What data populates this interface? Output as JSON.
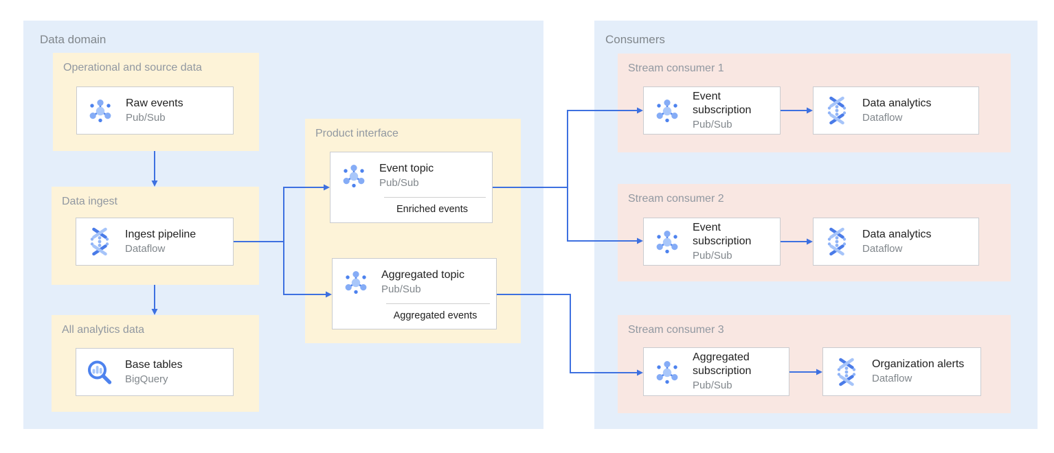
{
  "colors": {
    "container_blue": "#e4eefa",
    "group_yellow": "#fdf3d8",
    "group_pink": "#f9e7e2",
    "arrow_blue": "#3d70e0",
    "card_border": "#c9cbcf",
    "title_text": "#212121",
    "muted_text": "#80868b"
  },
  "data_domain": {
    "label": "Data domain",
    "groups": {
      "operational": {
        "label": "Operational and source data",
        "card": {
          "title": "Raw events",
          "service": "Pub/Sub",
          "icon": "pubsub-icon"
        }
      },
      "ingest": {
        "label": "Data ingest",
        "card": {
          "title": "Ingest pipeline",
          "service": "Dataflow",
          "icon": "dataflow-icon"
        }
      },
      "analytics": {
        "label": "All analytics data",
        "card": {
          "title": "Base tables",
          "service": "BigQuery",
          "icon": "bigquery-icon"
        }
      },
      "product": {
        "label": "Product interface",
        "cards": [
          {
            "title": "Event topic",
            "service": "Pub/Sub",
            "tag": "Enriched events",
            "icon": "pubsub-icon"
          },
          {
            "title": "Aggregated topic",
            "service": "Pub/Sub",
            "tag": "Aggregated events",
            "icon": "pubsub-icon"
          }
        ]
      }
    }
  },
  "consumers": {
    "label": "Consumers",
    "groups": [
      {
        "label": "Stream consumer 1",
        "source": {
          "title": "Event subscription",
          "service": "Pub/Sub",
          "icon": "pubsub-icon"
        },
        "sink": {
          "title": "Data analytics",
          "service": "Dataflow",
          "icon": "dataflow-icon"
        }
      },
      {
        "label": "Stream consumer 2",
        "source": {
          "title": "Event subscription",
          "service": "Pub/Sub",
          "icon": "pubsub-icon"
        },
        "sink": {
          "title": "Data analytics",
          "service": "Dataflow",
          "icon": "dataflow-icon"
        }
      },
      {
        "label": "Stream consumer 3",
        "source": {
          "title": "Aggregated subscription",
          "service": "Pub/Sub",
          "icon": "pubsub-icon"
        },
        "sink": {
          "title": "Organization alerts",
          "service": "Dataflow",
          "icon": "dataflow-icon"
        }
      }
    ]
  }
}
